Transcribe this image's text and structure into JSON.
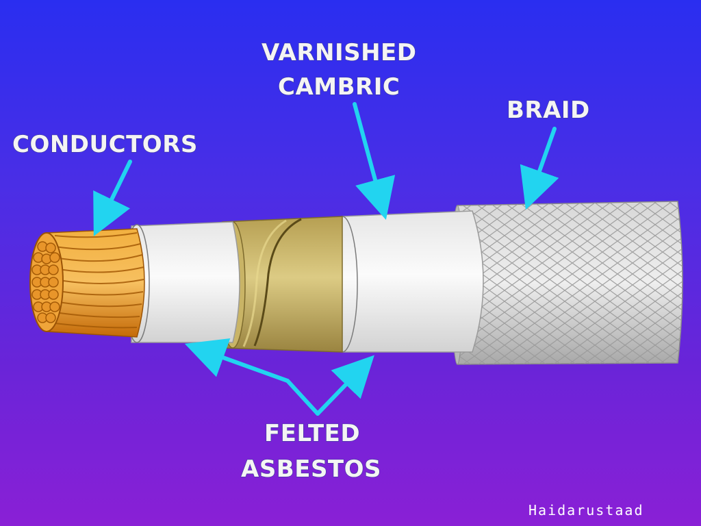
{
  "labels": {
    "conductors": "CONDUCTORS",
    "varnished_cambric_line1": "VARNISHED",
    "varnished_cambric_line2": "CAMBRIC",
    "braid": "BRAID",
    "felted_asbestos_line1": "FELTED",
    "felted_asbestos_line2": "ASBESTOS"
  },
  "watermark": "Haidarustaad",
  "colors": {
    "arrow": "#22d4f0",
    "braid": "#c6c6c6",
    "felt": "#c2ad62",
    "insulation": "#f0f0f0",
    "copper": "#e08a12"
  }
}
